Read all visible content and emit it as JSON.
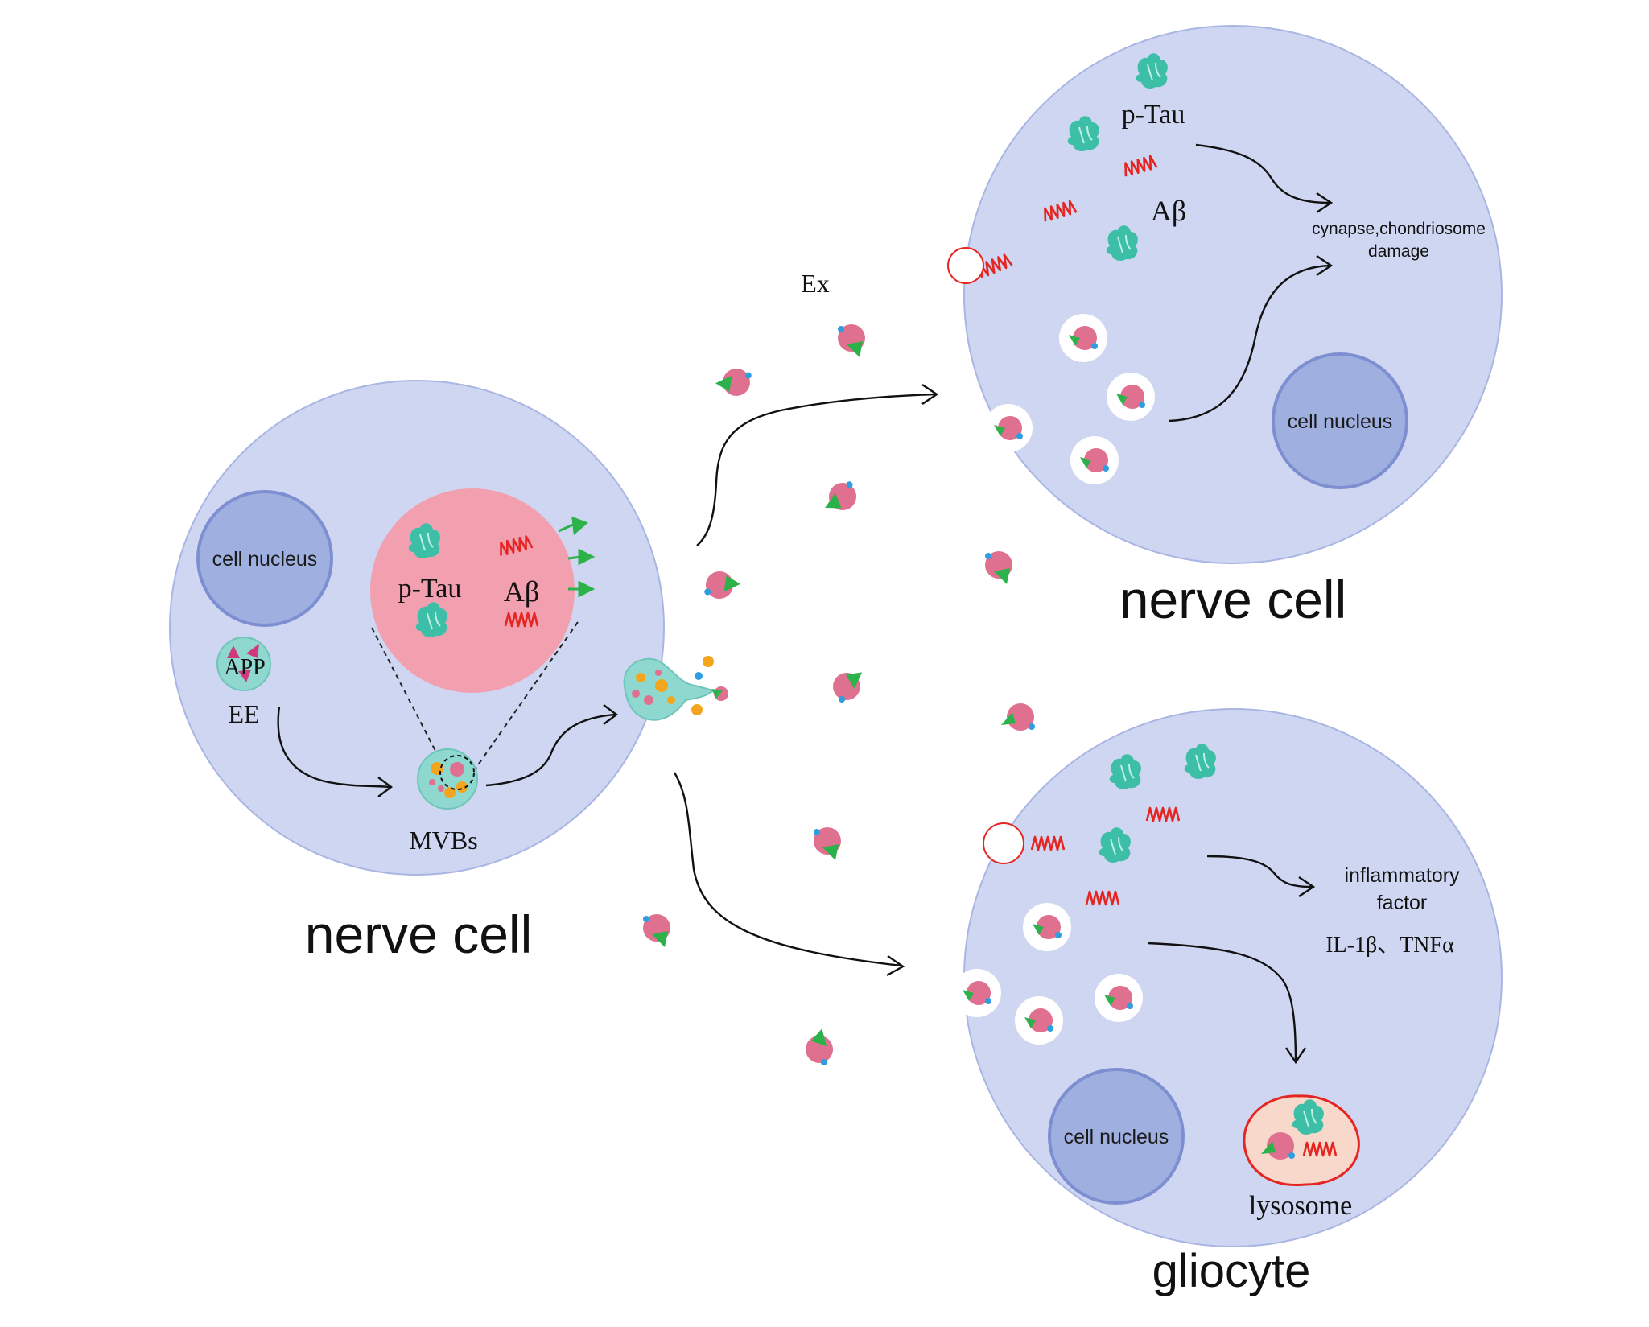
{
  "source_cell": {
    "title": "nerve cell",
    "nucleus_label": "cell nucleus",
    "endosome_label": "EE",
    "app_label": "APP",
    "mvb_label": "MVBs",
    "ptau_label": "p-Tau",
    "abeta_label": "Aβ"
  },
  "exosome_label": "Ex",
  "recipient_neuron": {
    "title": "nerve cell",
    "nucleus_label": "cell nucleus",
    "ptau_label": "p-Tau",
    "abeta_label": "Aβ",
    "effect_label_line1": "cynapse,chondriosome",
    "effect_label_line2": "damage"
  },
  "recipient_glia": {
    "title": "gliocyte",
    "nucleus_label": "cell nucleus",
    "effect_label_line1": "inflammatory",
    "effect_label_line2": "factor",
    "cytokines_label": "IL-1β、TNFα",
    "lysosome_label": "lysosome"
  },
  "colors": {
    "cell_fill": "#cfd6f1",
    "cell_stroke": "#a9b5e3",
    "nucleus_fill": "#9fb0e0",
    "nucleus_stroke": "#7d8fd0",
    "exosome_fill": "#e0708f",
    "ptau_fill": "#3dbfa7",
    "abeta_stroke": "#e52521",
    "marker_green": "#2db14a",
    "marker_blue": "#2e9ee0",
    "mvb_fill": "#8ed8cf",
    "orange_dots": "#f3a51e",
    "large_vesicle_fill": "#f2a0b0",
    "lysosome_fill": "#f9d8cc",
    "lysosome_stroke": "#e52521"
  }
}
